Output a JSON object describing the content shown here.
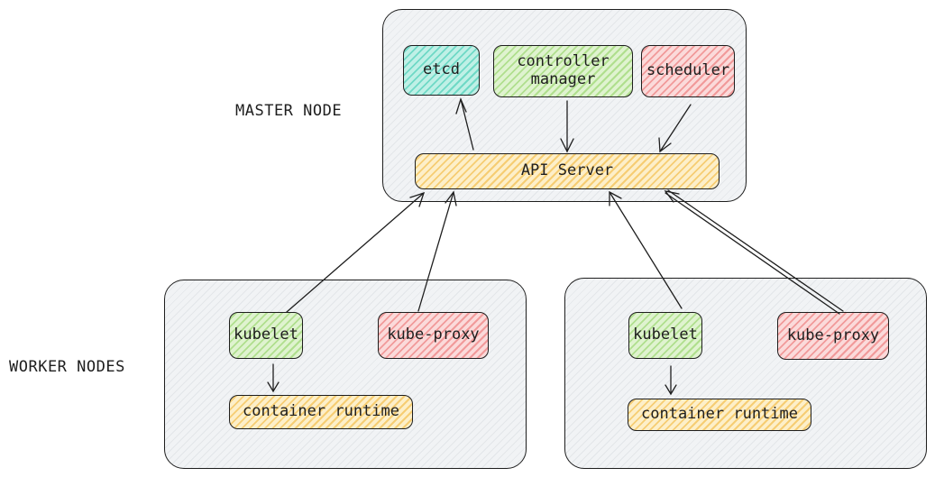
{
  "labels": {
    "master_node": "MASTER NODE",
    "worker_nodes": "WORKER NODES"
  },
  "master": {
    "etcd": "etcd",
    "controller_manager": "controller manager",
    "scheduler": "scheduler",
    "api_server": "API Server"
  },
  "workers": [
    {
      "kubelet": "kubelet",
      "kube_proxy": "kube-proxy",
      "container_runtime": "container runtime"
    },
    {
      "kubelet": "kubelet",
      "kube_proxy": "kube-proxy",
      "container_runtime": "container runtime"
    }
  ],
  "colors": {
    "etcd": "#6fd9c6",
    "controller_manager": "#b0df8e",
    "scheduler": "#f19a9a",
    "api_server": "#f6cd73",
    "node_background": "#e9ecef",
    "stroke": "#1e1e1e"
  }
}
